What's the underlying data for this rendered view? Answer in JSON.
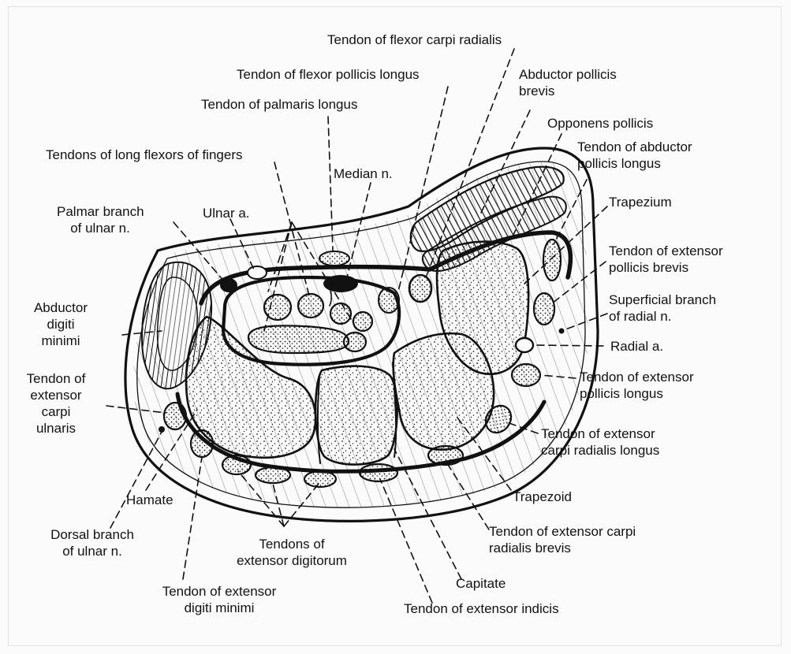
{
  "labels": {
    "flexor_carpi_radialis": [
      "Tendon of flexor carpi radialis"
    ],
    "flexor_pollicis_longus": [
      "Tendon of flexor pollicis longus"
    ],
    "abductor_pollicis_brevis": [
      "Abductor pollicis",
      "brevis"
    ],
    "palmaris_longus": [
      "Tendon of palmaris longus"
    ],
    "opponens_pollicis": [
      "Opponens pollicis"
    ],
    "abductor_pollicis_longus": [
      "Tendon of abductor",
      "pollicis longus"
    ],
    "long_flexors": [
      "Tendons of long flexors of fingers"
    ],
    "median_nerve": [
      "Median n."
    ],
    "trapezium": [
      "Trapezium"
    ],
    "palmar_branch_ulnar_nerve": [
      "Palmar branch",
      "of ulnar n."
    ],
    "ulnar_artery": [
      "Ulnar a."
    ],
    "extensor_pollicis_brevis": [
      "Tendon of extensor",
      "pollicis brevis"
    ],
    "abductor_digiti_minimi": [
      "Abductor",
      "digiti",
      "minimi"
    ],
    "superficial_branch_radial_nerve": [
      "Superficial branch",
      "of radial n."
    ],
    "radial_artery": [
      "Radial a."
    ],
    "extensor_carpi_ulnaris": [
      "Tendon of",
      "extensor",
      "carpi",
      "ulnaris"
    ],
    "extensor_pollicis_longus": [
      "Tendon of extensor",
      "pollicis longus"
    ],
    "extensor_carpi_radialis_longus": [
      "Tendon of extensor",
      "carpi radialis longus"
    ],
    "hamate": [
      "Hamate"
    ],
    "trapezoid": [
      "Trapezoid"
    ],
    "dorsal_branch_ulnar_nerve": [
      "Dorsal branch",
      "of ulnar n."
    ],
    "extensor_digitorum": [
      "Tendons of",
      "extensor digitorum"
    ],
    "extensor_carpi_radialis_brevis": [
      "Tendon of extensor carpi",
      "radialis brevis"
    ],
    "extensor_digiti_minimi": [
      "Tendon of extensor",
      "digiti minimi"
    ],
    "capitate": [
      "Capitate"
    ],
    "extensor_indicis": [
      "Tendon of extensor indicis"
    ]
  },
  "colors": {
    "ink": "#111111",
    "paper": "#fbfbfb"
  }
}
